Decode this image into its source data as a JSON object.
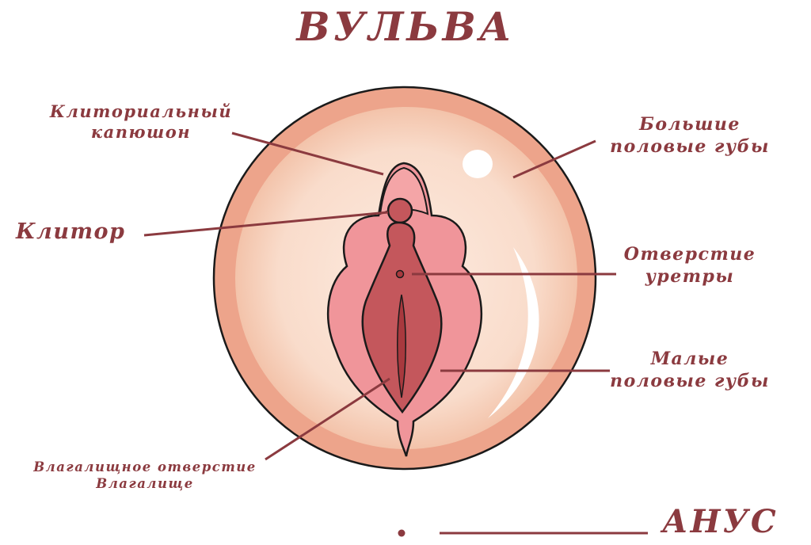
{
  "title": "ВУЛЬВА",
  "labels": {
    "clitoral_hood": [
      "Клиториальный",
      "капюшон"
    ],
    "clitoris": "Клитор",
    "labia_majora": [
      "Большие",
      "половые губы"
    ],
    "urethral_opening": [
      "Отверстие",
      "уретры"
    ],
    "labia_minora": [
      "Малые",
      "половые губы"
    ],
    "vaginal_opening": [
      "Влагалищное отверстие",
      "Влагалище"
    ],
    "anus": "АНУС"
  },
  "colors": {
    "text": "#8b3a3f",
    "leader_line": "#8b3a3f",
    "outer_circle": "#eda48b",
    "inner_skin": "#fbe2d3",
    "labia_minora": "#f0959a",
    "vestibule": "#c4575c",
    "outline": "#1a1a1a"
  }
}
